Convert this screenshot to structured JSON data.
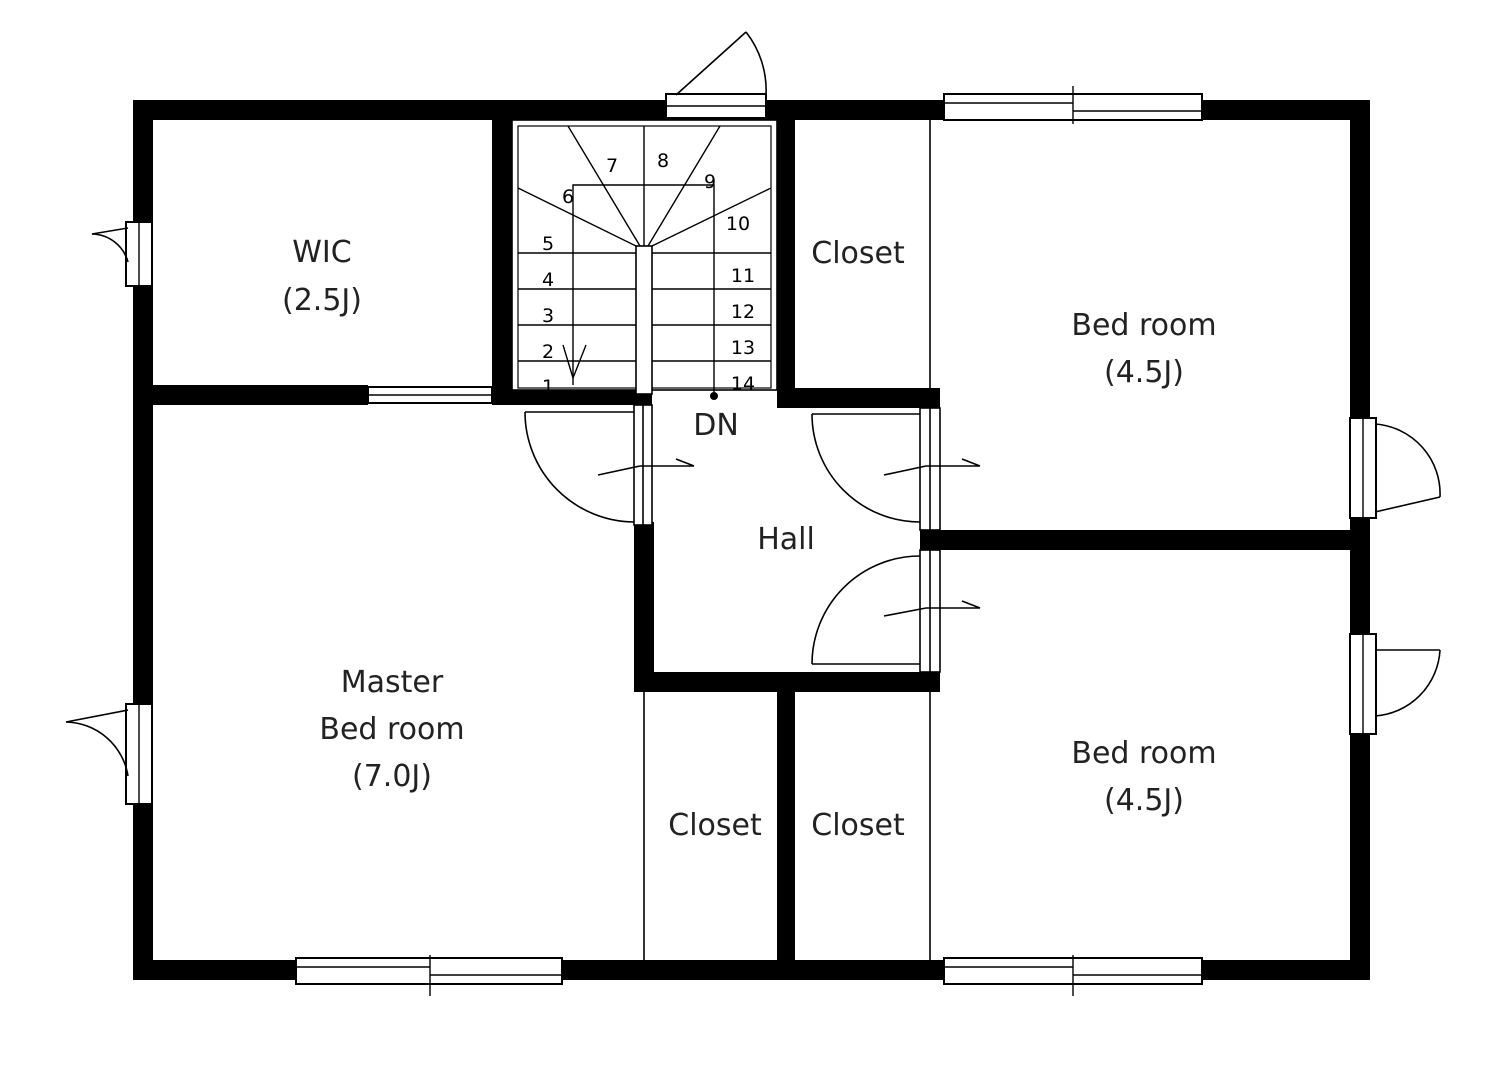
{
  "rooms": {
    "wic": {
      "name": "WIC",
      "size": "(2.5J)"
    },
    "master": {
      "line1": "Master",
      "line2": "Bed room",
      "size": "(7.0J)"
    },
    "bedroom_upper": {
      "name": "Bed room",
      "size": "(4.5J)"
    },
    "bedroom_lower": {
      "name": "Bed room",
      "size": "(4.5J)"
    },
    "hall": {
      "name": "Hall"
    },
    "closet_top": {
      "name": "Closet"
    },
    "closet_bottom_left": {
      "name": "Closet"
    },
    "closet_bottom_right": {
      "name": "Closet"
    }
  },
  "stairs": {
    "direction": "DN",
    "steps": [
      "1",
      "2",
      "3",
      "4",
      "5",
      "6",
      "7",
      "8",
      "9",
      "10",
      "11",
      "12",
      "13",
      "14"
    ]
  },
  "colors": {
    "wall": "#000000",
    "background": "#ffffff",
    "text": "#222222"
  }
}
